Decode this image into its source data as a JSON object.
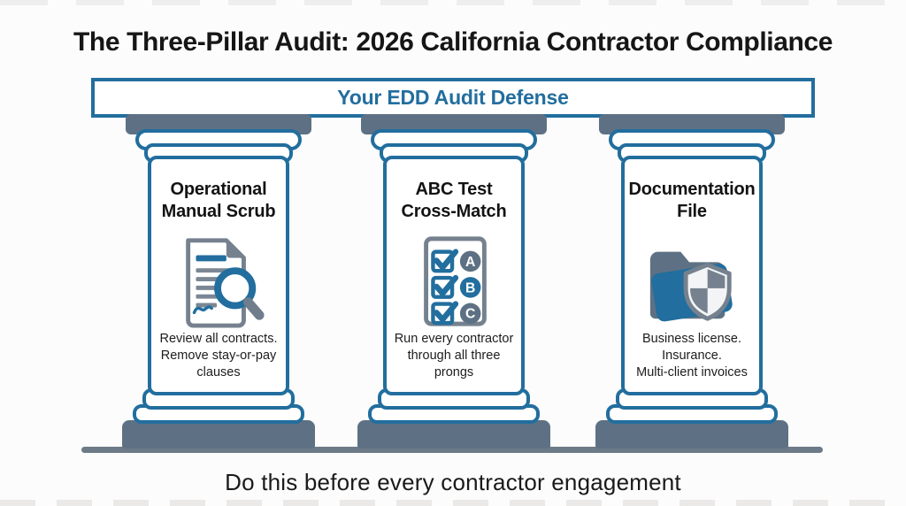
{
  "title": "The Three-Pillar Audit: 2026 California Contractor Compliance",
  "banner": {
    "label": "Your EDD Audit Defense"
  },
  "pillars": [
    {
      "heading": "Operational\nManual Scrub",
      "icon": "document-magnifier-icon",
      "description": "Review all contracts.\nRemove stay-or-pay\nclauses"
    },
    {
      "heading": "ABC Test\nCross-Match",
      "icon": "checklist-abc-icon",
      "badges": [
        "A",
        "B",
        "C"
      ],
      "description": "Run every contractor\nthrough all three\nprongs"
    },
    {
      "heading": "Documentation\nFile",
      "icon": "folder-shield-icon",
      "description": "Business license.\nInsurance.\nMulti-client invoices"
    }
  ],
  "footer": {
    "caption": "Do this before every contractor engagement"
  },
  "colors": {
    "accent_blue": "#226e9e",
    "slate_gray": "#5e7184",
    "icon_gray": "#75818e",
    "ground_gray": "#6d7a87"
  }
}
